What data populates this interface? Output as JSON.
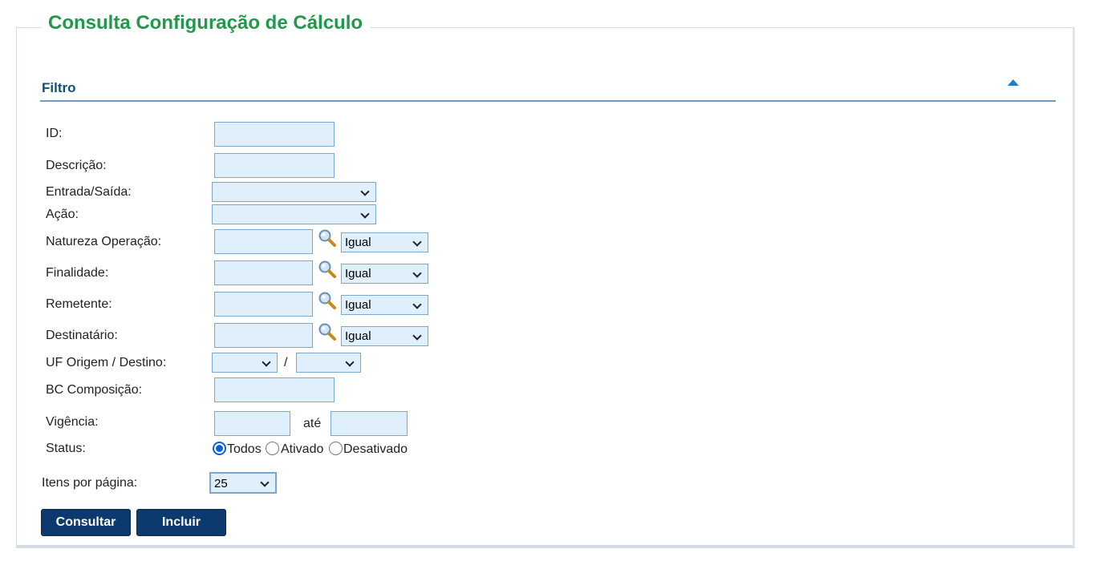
{
  "page": {
    "title": "Consulta Configuração de Cálculo"
  },
  "filter": {
    "title": "Filtro",
    "labels": {
      "id": "ID:",
      "descricao": "Descrição:",
      "entrada_saida": "Entrada/Saída:",
      "acao": "Ação:",
      "natureza": "Natureza Operação:",
      "finalidade": "Finalidade:",
      "remetente": "Remetente:",
      "destinatario": "Destinatário:",
      "uf": "UF Origem / Destino:",
      "uf_separator": "/",
      "bc": "BC Composição:",
      "vigencia": "Vigência:",
      "ate": "até",
      "status": "Status:",
      "itens": "Itens por página:"
    },
    "values": {
      "id": "",
      "descricao": "",
      "entrada_saida": "",
      "acao": "",
      "natureza": "",
      "finalidade": "",
      "remetente": "",
      "destinatario": "",
      "uf_origem": "",
      "uf_destino": "",
      "bc": "",
      "vigencia_inicio": "",
      "vigencia_fim": ""
    },
    "operators": {
      "natureza": "Igual",
      "finalidade": "Igual",
      "remetente": "Igual",
      "destinatario": "Igual"
    },
    "status_options": [
      "Todos",
      "Ativado",
      "Desativado"
    ],
    "status_selected": "Todos",
    "itens_por_pagina": "25"
  },
  "buttons": {
    "consultar": "Consultar",
    "incluir": "Incluir"
  },
  "icons": {
    "lookup": "magnifier-icon",
    "collapse": "collapse-up-icon"
  },
  "colors": {
    "title": "#1f9a4a",
    "section": "#0f4f7a",
    "button": "#0d3a6e",
    "field": "#dfeffc"
  }
}
